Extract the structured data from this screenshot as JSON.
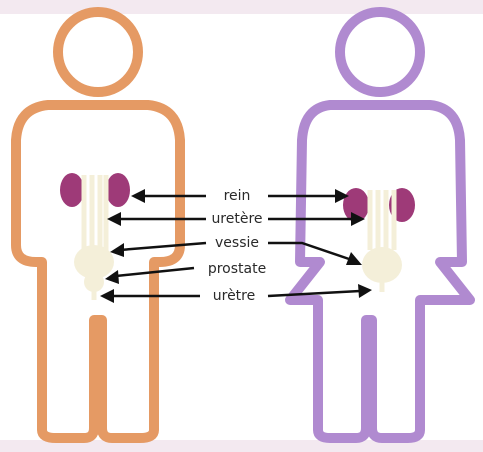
{
  "colors": {
    "background": "#f3e9f0",
    "panel": "#ffffff",
    "male_outline": "#e59a64",
    "female_outline": "#b08ad0",
    "kidney": "#9e3a78",
    "urinary_tract": "#f4efd9",
    "arrow": "#111111"
  },
  "labels": {
    "kidney": "rein",
    "ureter": "uretère",
    "bladder": "vessie",
    "prostate": "prostate",
    "urethra": "urètre"
  }
}
